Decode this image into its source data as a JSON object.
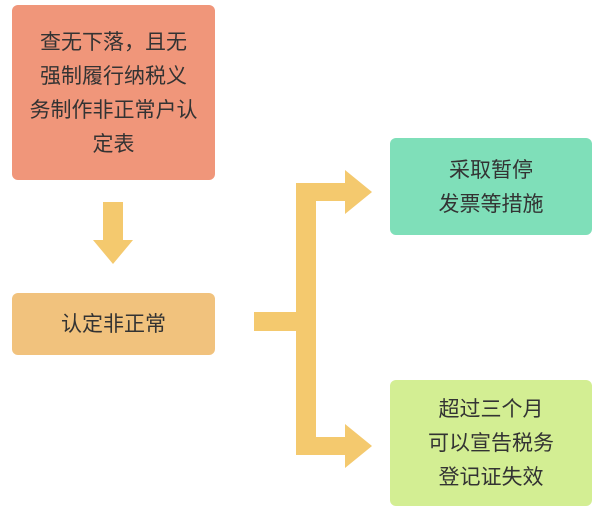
{
  "colors": {
    "top_box": "#f0967a",
    "mid_box": "#f1c27d",
    "right_top_box": "#7fdfb9",
    "right_bottom_box": "#d3ee93",
    "arrow": "#f4c96e"
  },
  "nodes": {
    "top": {
      "lines": [
        "查无下落，且无",
        "强制履行纳税义",
        "务制作非正常户认",
        "定表"
      ]
    },
    "mid": {
      "lines": [
        "认定非正常"
      ]
    },
    "right_top": {
      "lines": [
        "采取暂停",
        "发票等措施"
      ]
    },
    "right_bottom": {
      "lines": [
        "超过三个月",
        "可以宣告税务",
        "登记证失效"
      ]
    }
  }
}
